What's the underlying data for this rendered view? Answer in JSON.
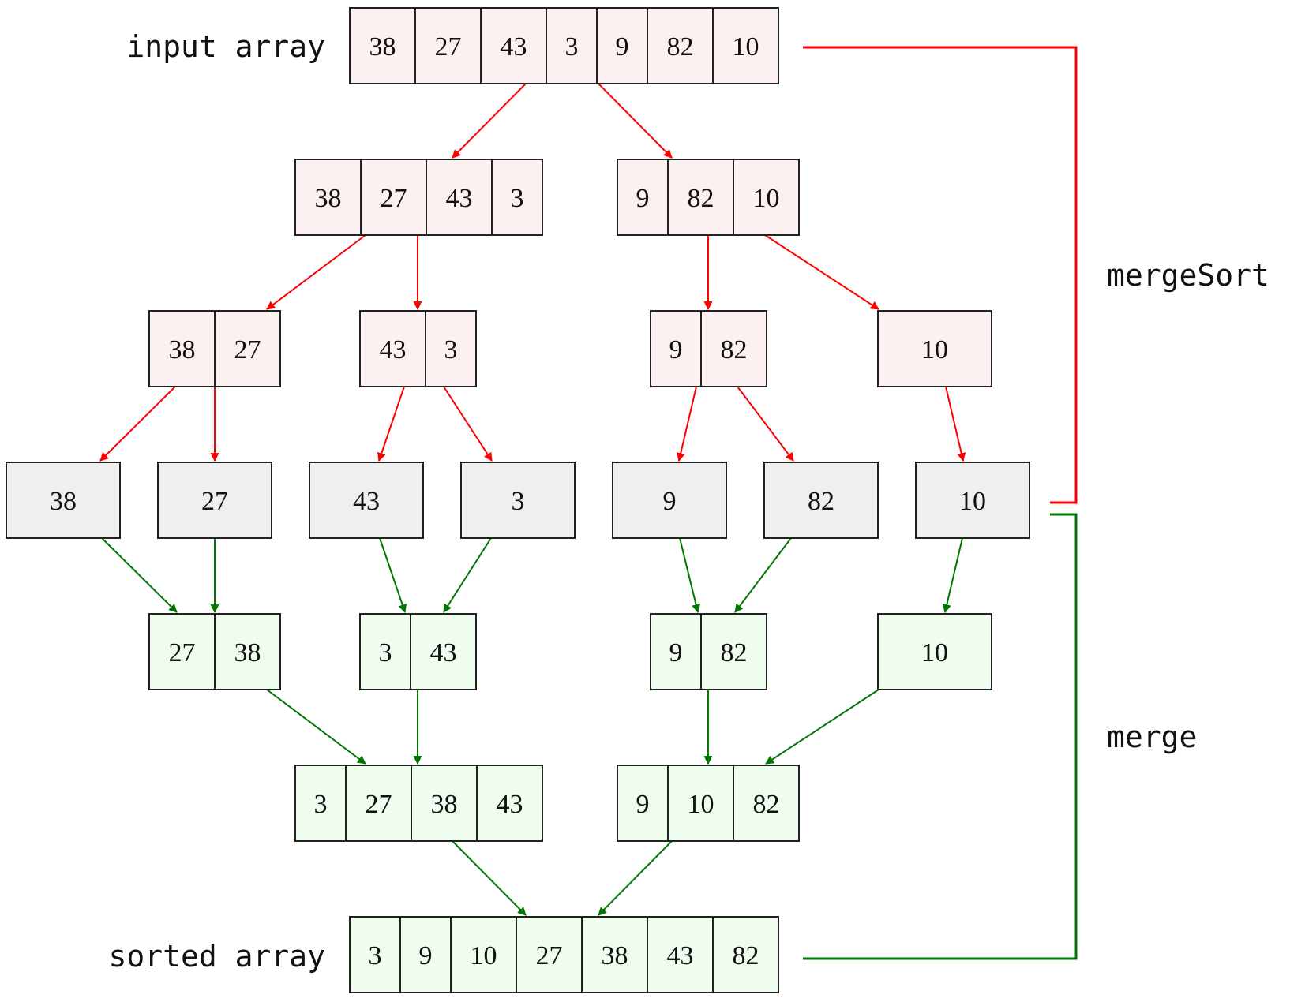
{
  "labels": {
    "input": "input array",
    "sorted": "sorted array",
    "mergesort": "mergeSort",
    "merge": "merge"
  },
  "colors": {
    "split_fill": "#fdf0f0",
    "leaf_fill": "#efefef",
    "merge_fill": "#effdef",
    "split_edge": "#ff0000",
    "merge_edge": "#007700",
    "cell_border": "#222222"
  },
  "nodes": [
    {
      "id": "n0",
      "kind": "split",
      "values": [
        "38",
        "27",
        "43",
        "3",
        "9",
        "82",
        "10"
      ]
    },
    {
      "id": "n1",
      "kind": "split",
      "values": [
        "38",
        "27",
        "43",
        "3"
      ]
    },
    {
      "id": "n2",
      "kind": "split",
      "values": [
        "9",
        "82",
        "10"
      ]
    },
    {
      "id": "n3",
      "kind": "split",
      "values": [
        "38",
        "27"
      ]
    },
    {
      "id": "n4",
      "kind": "split",
      "values": [
        "43",
        "3"
      ]
    },
    {
      "id": "n5",
      "kind": "split",
      "values": [
        "9",
        "82"
      ]
    },
    {
      "id": "n6",
      "kind": "split",
      "values": [
        "10"
      ]
    },
    {
      "id": "l0",
      "kind": "leaf",
      "values": [
        "38"
      ]
    },
    {
      "id": "l1",
      "kind": "leaf",
      "values": [
        "27"
      ]
    },
    {
      "id": "l2",
      "kind": "leaf",
      "values": [
        "43"
      ]
    },
    {
      "id": "l3",
      "kind": "leaf",
      "values": [
        "3"
      ]
    },
    {
      "id": "l4",
      "kind": "leaf",
      "values": [
        "9"
      ]
    },
    {
      "id": "l5",
      "kind": "leaf",
      "values": [
        "82"
      ]
    },
    {
      "id": "l6",
      "kind": "leaf",
      "values": [
        "10"
      ]
    },
    {
      "id": "m0",
      "kind": "merge",
      "values": [
        "27",
        "38"
      ]
    },
    {
      "id": "m1",
      "kind": "merge",
      "values": [
        "3",
        "43"
      ]
    },
    {
      "id": "m2",
      "kind": "merge",
      "values": [
        "9",
        "82"
      ]
    },
    {
      "id": "m3",
      "kind": "merge",
      "values": [
        "10"
      ]
    },
    {
      "id": "m4",
      "kind": "merge",
      "values": [
        "3",
        "27",
        "38",
        "43"
      ]
    },
    {
      "id": "m5",
      "kind": "merge",
      "values": [
        "9",
        "10",
        "82"
      ]
    },
    {
      "id": "m6",
      "kind": "merge",
      "values": [
        "3",
        "9",
        "10",
        "27",
        "38",
        "43",
        "82"
      ]
    }
  ],
  "edges": [
    {
      "from": "n0",
      "to": "n1",
      "kind": "split"
    },
    {
      "from": "n0",
      "to": "n2",
      "kind": "split"
    },
    {
      "from": "n1",
      "to": "n3",
      "kind": "split"
    },
    {
      "from": "n1",
      "to": "n4",
      "kind": "split"
    },
    {
      "from": "n2",
      "to": "n5",
      "kind": "split"
    },
    {
      "from": "n2",
      "to": "n6",
      "kind": "split"
    },
    {
      "from": "n3",
      "to": "l0",
      "kind": "split"
    },
    {
      "from": "n3",
      "to": "l1",
      "kind": "split"
    },
    {
      "from": "n4",
      "to": "l2",
      "kind": "split"
    },
    {
      "from": "n4",
      "to": "l3",
      "kind": "split"
    },
    {
      "from": "n5",
      "to": "l4",
      "kind": "split"
    },
    {
      "from": "n5",
      "to": "l5",
      "kind": "split"
    },
    {
      "from": "n6",
      "to": "l6",
      "kind": "split"
    },
    {
      "from": "l0",
      "to": "m0",
      "kind": "merge"
    },
    {
      "from": "l1",
      "to": "m0",
      "kind": "merge"
    },
    {
      "from": "l2",
      "to": "m1",
      "kind": "merge"
    },
    {
      "from": "l3",
      "to": "m1",
      "kind": "merge"
    },
    {
      "from": "l4",
      "to": "m2",
      "kind": "merge"
    },
    {
      "from": "l5",
      "to": "m2",
      "kind": "merge"
    },
    {
      "from": "l6",
      "to": "m3",
      "kind": "merge"
    },
    {
      "from": "m0",
      "to": "m4",
      "kind": "merge"
    },
    {
      "from": "m1",
      "to": "m4",
      "kind": "merge"
    },
    {
      "from": "m2",
      "to": "m5",
      "kind": "merge"
    },
    {
      "from": "m3",
      "to": "m5",
      "kind": "merge"
    },
    {
      "from": "m4",
      "to": "m6",
      "kind": "merge"
    },
    {
      "from": "m5",
      "to": "m6",
      "kind": "merge"
    }
  ]
}
